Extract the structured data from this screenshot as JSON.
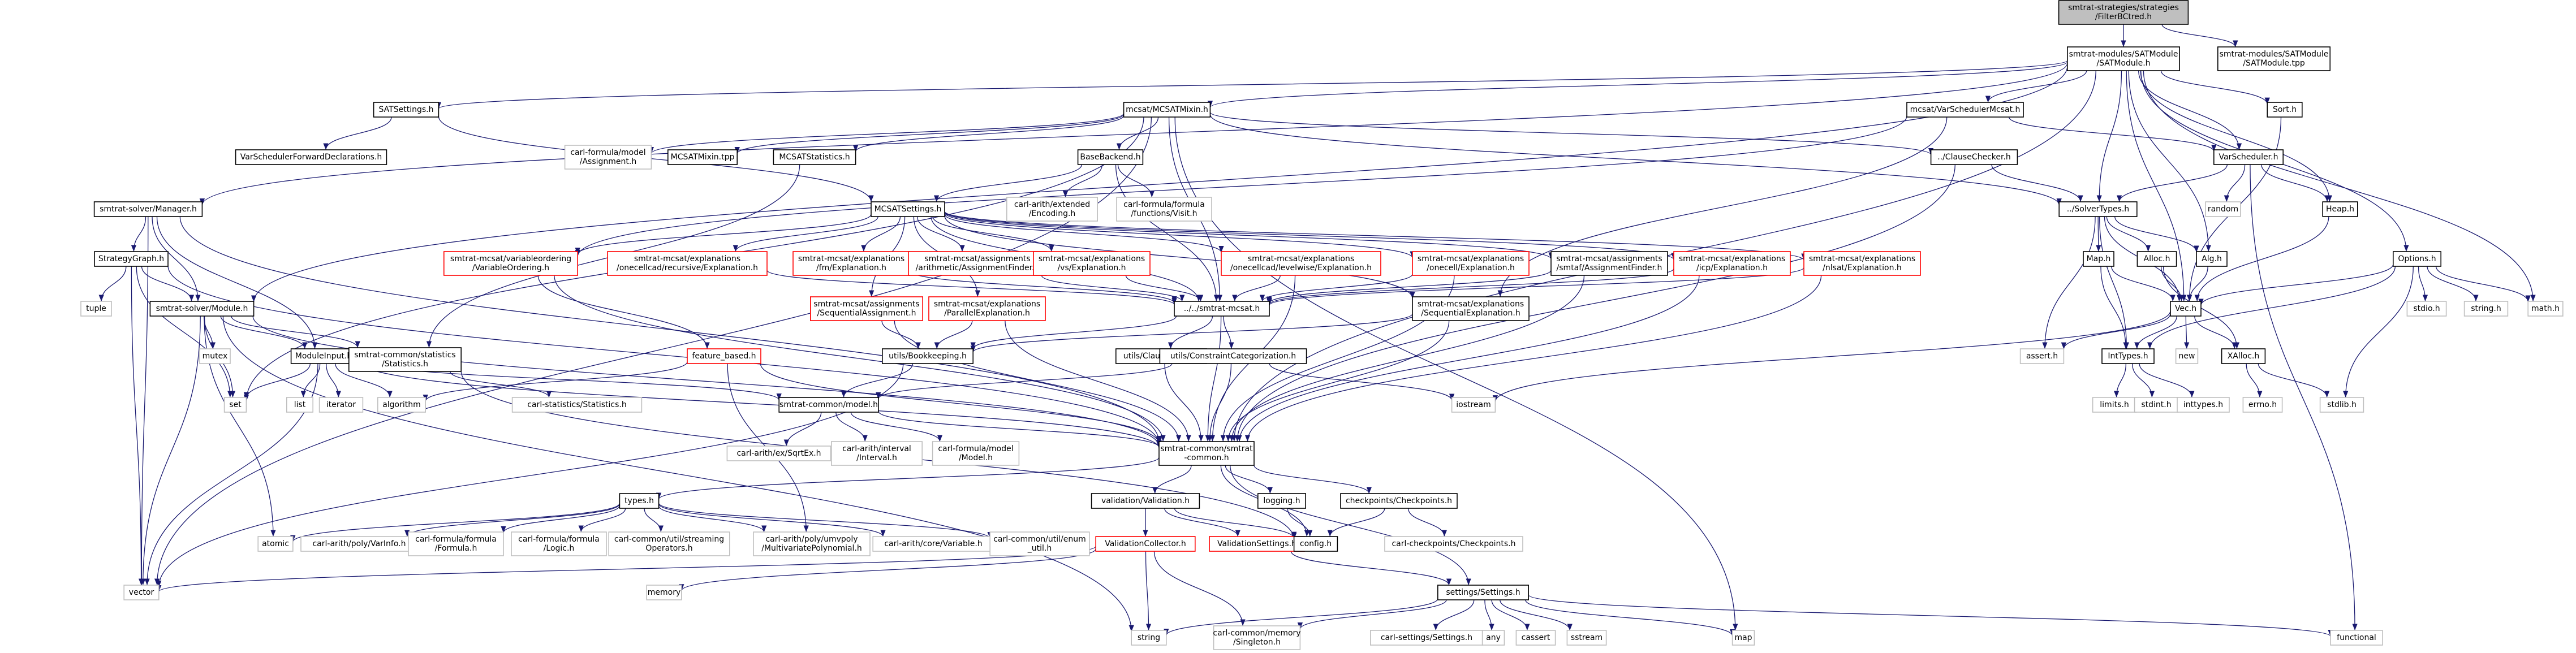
{
  "colors": {
    "edge": "#191970",
    "root_fill": "#bfbfbf",
    "normal_border": "#000000",
    "red_border": "#ff0000",
    "grey_border": "#bfbfbf",
    "text": "#000000"
  },
  "nodes": [
    {
      "id": "root",
      "label": "smtrat-strategies/strategies\n/FilterBCtred.h",
      "style": "root"
    },
    {
      "id": "satmodule_h",
      "label": "smtrat-modules/SATModule\n/SATModule.h",
      "style": "normal"
    },
    {
      "id": "satmodule_tpp",
      "label": "smtrat-modules/SATModule\n/SATModule.tpp",
      "style": "normal"
    },
    {
      "id": "manager",
      "label": "smtrat-solver/Manager.h",
      "style": "normal"
    },
    {
      "id": "satsettings",
      "label": "SATSettings.h",
      "style": "normal"
    },
    {
      "id": "mcsatmixin",
      "label": "mcsat/MCSATMixin.h",
      "style": "normal"
    },
    {
      "id": "vsmcsat",
      "label": "mcsat/VarSchedulerMcsat.h",
      "style": "normal"
    },
    {
      "id": "sort",
      "label": "Sort.h",
      "style": "normal"
    },
    {
      "id": "options",
      "label": "Options.h",
      "style": "normal"
    },
    {
      "id": "vsfwd",
      "label": "VarSchedulerForwardDeclarations.h",
      "style": "normal"
    },
    {
      "id": "cf_assignment",
      "label": "carl-formula/model\n/Assignment.h",
      "style": "grey"
    },
    {
      "id": "mcsatmixin_tpp",
      "label": "MCSATMixin.tpp",
      "style": "normal"
    },
    {
      "id": "mcsatstats",
      "label": "MCSATStatistics.h",
      "style": "normal"
    },
    {
      "id": "basebackend",
      "label": "BaseBackend.h",
      "style": "normal"
    },
    {
      "id": "clausechecker",
      "label": "../ClauseChecker.h",
      "style": "normal"
    },
    {
      "id": "varscheduler",
      "label": "VarScheduler.h",
      "style": "normal"
    },
    {
      "id": "strategygraph",
      "label": "StrategyGraph.h",
      "style": "normal"
    },
    {
      "id": "mcsatsettings",
      "label": "MCSATSettings.h",
      "style": "normal"
    },
    {
      "id": "carith_ext",
      "label": "carl-arith/extended\n/Encoding.h",
      "style": "grey"
    },
    {
      "id": "cform_visit",
      "label": "carl-formula/formula\n/functions/Visit.h",
      "style": "grey"
    },
    {
      "id": "random",
      "label": "random",
      "style": "grey"
    },
    {
      "id": "solvertypes",
      "label": "../SolverTypes.h",
      "style": "normal"
    },
    {
      "id": "heap",
      "label": "Heap.h",
      "style": "normal"
    },
    {
      "id": "tuple",
      "label": "tuple",
      "style": "grey"
    },
    {
      "id": "smtsolvermodule",
      "label": "smtrat-solver/Module.h",
      "style": "normal"
    },
    {
      "id": "mutex",
      "label": "mutex",
      "style": "grey"
    },
    {
      "id": "varordering",
      "label": "smtrat-mcsat/variableordering\n/VariableOrdering.h",
      "style": "red"
    },
    {
      "id": "expl_recursive",
      "label": "smtrat-mcsat/explanations\n/onecellcad/recursive/Explanation.h",
      "style": "red"
    },
    {
      "id": "expl_fm",
      "label": "smtrat-mcsat/explanations\n/fm/Explanation.h",
      "style": "red"
    },
    {
      "id": "assign_arith",
      "label": "smtrat-mcsat/assignments\n/arithmetic/AssignmentFinder.h",
      "style": "red"
    },
    {
      "id": "expl_vs",
      "label": "smtrat-mcsat/explanations\n/vs/Explanation.h",
      "style": "red"
    },
    {
      "id": "expl_levelwise",
      "label": "smtrat-mcsat/explanations\n/onecellcad/levelwise/Explanation.h",
      "style": "red"
    },
    {
      "id": "expl_onecell",
      "label": "smtrat-mcsat/explanations\n/onecell/Explanation.h",
      "style": "red"
    },
    {
      "id": "assign_smtaf",
      "label": "smtrat-mcsat/assignments\n/smtaf/AssignmentFinder.h",
      "style": "normal"
    },
    {
      "id": "expl_icp",
      "label": "smtrat-mcsat/explanations\n/icp/Explanation.h",
      "style": "red"
    },
    {
      "id": "expl_nlsat",
      "label": "smtrat-mcsat/explanations\n/nlsat/Explanation.h",
      "style": "red"
    },
    {
      "id": "map_h",
      "label": "Map.h",
      "style": "normal"
    },
    {
      "id": "alloc",
      "label": "Alloc.h",
      "style": "normal"
    },
    {
      "id": "alg",
      "label": "Alg.h",
      "style": "normal"
    },
    {
      "id": "stdio",
      "label": "stdio.h",
      "style": "grey"
    },
    {
      "id": "string_h",
      "label": "string.h",
      "style": "grey"
    },
    {
      "id": "math_h",
      "label": "math.h",
      "style": "grey"
    },
    {
      "id": "assign_seq",
      "label": "smtrat-mcsat/assignments\n/SequentialAssignment.h",
      "style": "red"
    },
    {
      "id": "expl_parallel",
      "label": "smtrat-mcsat/explanations\n/ParallelExplanation.h",
      "style": "red"
    },
    {
      "id": "smtrat_mcsat",
      "label": "../../smtrat-mcsat.h",
      "style": "normal"
    },
    {
      "id": "expl_seq",
      "label": "smtrat-mcsat/explanations\n/SequentialExplanation.h",
      "style": "normal"
    },
    {
      "id": "vec",
      "label": "Vec.h",
      "style": "normal"
    },
    {
      "id": "xalloc",
      "label": "XAlloc.h",
      "style": "normal"
    },
    {
      "id": "new",
      "label": "new",
      "style": "grey"
    },
    {
      "id": "inttypes_h",
      "label": "IntTypes.h",
      "style": "normal"
    },
    {
      "id": "assert_h",
      "label": "assert.h",
      "style": "grey"
    },
    {
      "id": "moduleinput",
      "label": "ModuleInput.h",
      "style": "normal"
    },
    {
      "id": "stats",
      "label": "smtrat-common/statistics\n/Statistics.h",
      "style": "normal"
    },
    {
      "id": "feature_based",
      "label": "feature_based.h",
      "style": "red"
    },
    {
      "id": "bookkeeping",
      "label": "utils/Bookkeeping.h",
      "style": "normal"
    },
    {
      "id": "clausechain",
      "label": "utils/ClauseChain.h",
      "style": "normal"
    },
    {
      "id": "constraintcat",
      "label": "utils/ConstraintCategorization.h",
      "style": "normal"
    },
    {
      "id": "limits_h",
      "label": "limits.h",
      "style": "grey"
    },
    {
      "id": "stdint_h",
      "label": "stdint.h",
      "style": "grey"
    },
    {
      "id": "inttypes_sys",
      "label": "inttypes.h",
      "style": "grey"
    },
    {
      "id": "errno_h",
      "label": "errno.h",
      "style": "grey"
    },
    {
      "id": "stdlib_h",
      "label": "stdlib.h",
      "style": "grey"
    },
    {
      "id": "set",
      "label": "set",
      "style": "grey"
    },
    {
      "id": "list",
      "label": "list",
      "style": "grey"
    },
    {
      "id": "iterator",
      "label": "iterator",
      "style": "grey"
    },
    {
      "id": "algorithm",
      "label": "algorithm",
      "style": "grey"
    },
    {
      "id": "cstats",
      "label": "carl-statistics/Statistics.h",
      "style": "grey"
    },
    {
      "id": "model_h",
      "label": "smtrat-common/model.h",
      "style": "normal"
    },
    {
      "id": "iostream",
      "label": "iostream",
      "style": "grey"
    },
    {
      "id": "sqrtex",
      "label": "carl-arith/ex/SqrtEx.h",
      "style": "grey"
    },
    {
      "id": "interval",
      "label": "carl-arith/interval\n/Interval.h",
      "style": "grey"
    },
    {
      "id": "model_model",
      "label": "carl-formula/model\n/Model.h",
      "style": "grey"
    },
    {
      "id": "smtrat_common",
      "label": "smtrat-common/smtrat\n-common.h",
      "style": "normal"
    },
    {
      "id": "types_h",
      "label": "types.h",
      "style": "normal"
    },
    {
      "id": "validation_h",
      "label": "validation/Validation.h",
      "style": "normal"
    },
    {
      "id": "logging_h",
      "label": "logging.h",
      "style": "normal"
    },
    {
      "id": "checkpoints_h",
      "label": "checkpoints/Checkpoints.h",
      "style": "normal"
    },
    {
      "id": "atomic",
      "label": "atomic",
      "style": "grey"
    },
    {
      "id": "varinfo",
      "label": "carl-arith/poly/VarInfo.h",
      "style": "grey"
    },
    {
      "id": "cf_formula",
      "label": "carl-formula/formula\n/Formula.h",
      "style": "grey"
    },
    {
      "id": "cf_logic",
      "label": "carl-formula/formula\n/Logic.h",
      "style": "grey"
    },
    {
      "id": "streaming",
      "label": "carl-common/util/streaming\nOperators.h",
      "style": "grey"
    },
    {
      "id": "multipoly",
      "label": "carl-arith/poly/umvpoly\n/MultivariatePolynomial.h",
      "style": "grey"
    },
    {
      "id": "variable_h",
      "label": "carl-arith/core/Variable.h",
      "style": "grey"
    },
    {
      "id": "enum_util",
      "label": "carl-common/util/enum\n_util.h",
      "style": "grey"
    },
    {
      "id": "valcollector",
      "label": "ValidationCollector.h",
      "style": "red"
    },
    {
      "id": "valsettings",
      "label": "ValidationSettings.h",
      "style": "red"
    },
    {
      "id": "config_h",
      "label": "config.h",
      "style": "normal"
    },
    {
      "id": "carl_checkpoints",
      "label": "carl-checkpoints/Checkpoints.h",
      "style": "grey"
    },
    {
      "id": "vector",
      "label": "vector",
      "style": "grey"
    },
    {
      "id": "memory",
      "label": "memory",
      "style": "grey"
    },
    {
      "id": "settings_h",
      "label": "settings/Settings.h",
      "style": "normal"
    },
    {
      "id": "string",
      "label": "string",
      "style": "grey"
    },
    {
      "id": "singleton",
      "label": "carl-common/memory\n/Singleton.h",
      "style": "grey"
    },
    {
      "id": "carl_settings",
      "label": "carl-settings/Settings.h",
      "style": "grey"
    },
    {
      "id": "any",
      "label": "any",
      "style": "grey"
    },
    {
      "id": "cassert",
      "label": "cassert",
      "style": "grey"
    },
    {
      "id": "sstream",
      "label": "sstream",
      "style": "grey"
    },
    {
      "id": "map",
      "label": "map",
      "style": "grey"
    },
    {
      "id": "functional",
      "label": "functional",
      "style": "grey"
    }
  ],
  "edges": [
    [
      "root",
      "satmodule_h"
    ],
    [
      "root",
      "satmodule_tpp"
    ],
    [
      "satmodule_h",
      "manager"
    ],
    [
      "satmodule_h",
      "satsettings"
    ],
    [
      "satmodule_h",
      "mcsatmixin"
    ],
    [
      "satmodule_h",
      "vsmcsat"
    ],
    [
      "satmodule_h",
      "sort"
    ],
    [
      "satmodule_h",
      "options"
    ],
    [
      "satmodule_h",
      "heap"
    ],
    [
      "satmodule_h",
      "solvertypes"
    ],
    [
      "satmodule_h",
      "varscheduler"
    ],
    [
      "satmodule_h",
      "smtrat_common"
    ],
    [
      "satmodule_h",
      "vec"
    ],
    [
      "satmodule_h",
      "alg"
    ],
    [
      "satmodule_h",
      "math_h"
    ],
    [
      "satmodule_h",
      "smtsolvermodule"
    ],
    [
      "satsettings",
      "vsfwd"
    ],
    [
      "satsettings",
      "mcsatsettings"
    ],
    [
      "mcsatmixin",
      "cf_assignment"
    ],
    [
      "mcsatmixin",
      "mcsatmixin_tpp"
    ],
    [
      "mcsatmixin",
      "mcsatstats"
    ],
    [
      "mcsatmixin",
      "basebackend"
    ],
    [
      "mcsatmixin",
      "clausechecker"
    ],
    [
      "mcsatmixin",
      "solvertypes"
    ],
    [
      "mcsatmixin",
      "smtrat_mcsat"
    ],
    [
      "mcsatmixin",
      "map"
    ],
    [
      "mcsatmixin",
      "vector"
    ],
    [
      "mcsatmixin",
      "set"
    ],
    [
      "mcsatstats",
      "stats"
    ],
    [
      "vsmcsat",
      "varscheduler"
    ],
    [
      "vsmcsat",
      "expl_seq"
    ],
    [
      "vsmcsat",
      "varordering"
    ],
    [
      "sort",
      "vec"
    ],
    [
      "options",
      "vec"
    ],
    [
      "options",
      "stdio"
    ],
    [
      "options",
      "string_h"
    ],
    [
      "options",
      "math_h"
    ],
    [
      "options",
      "stdlib_h"
    ],
    [
      "options",
      "inttypes_h"
    ],
    [
      "basebackend",
      "mcsatsettings"
    ],
    [
      "basebackend",
      "carith_ext"
    ],
    [
      "basebackend",
      "cform_visit"
    ],
    [
      "basebackend",
      "smtrat_mcsat"
    ],
    [
      "clausechecker",
      "solvertypes"
    ],
    [
      "clausechecker",
      "smtrat_common"
    ],
    [
      "varscheduler",
      "solvertypes"
    ],
    [
      "varscheduler",
      "random"
    ],
    [
      "varscheduler",
      "heap"
    ],
    [
      "varscheduler",
      "functional"
    ],
    [
      "manager",
      "strategygraph"
    ],
    [
      "manager",
      "smtsolvermodule"
    ],
    [
      "manager",
      "vector"
    ],
    [
      "manager",
      "moduleinput"
    ],
    [
      "manager",
      "smtrat_common"
    ],
    [
      "strategygraph",
      "smtsolvermodule"
    ],
    [
      "strategygraph",
      "tuple"
    ],
    [
      "strategygraph",
      "set"
    ],
    [
      "strategygraph",
      "vector"
    ],
    [
      "strategygraph",
      "smtrat_common"
    ],
    [
      "mcsatsettings",
      "varordering"
    ],
    [
      "mcsatsettings",
      "expl_recursive"
    ],
    [
      "mcsatsettings",
      "expl_fm"
    ],
    [
      "mcsatsettings",
      "assign_arith"
    ],
    [
      "mcsatsettings",
      "expl_vs"
    ],
    [
      "mcsatsettings",
      "expl_levelwise"
    ],
    [
      "mcsatsettings",
      "expl_onecell"
    ],
    [
      "mcsatsettings",
      "assign_smtaf"
    ],
    [
      "mcsatsettings",
      "expl_icp"
    ],
    [
      "mcsatsettings",
      "expl_nlsat"
    ],
    [
      "mcsatsettings",
      "assign_seq"
    ],
    [
      "mcsatsettings",
      "expl_parallel"
    ],
    [
      "mcsatsettings",
      "expl_seq"
    ],
    [
      "mcsatsettings",
      "smtrat_mcsat"
    ],
    [
      "solvertypes",
      "map_h"
    ],
    [
      "solvertypes",
      "alloc"
    ],
    [
      "solvertypes",
      "alg"
    ],
    [
      "solvertypes",
      "vec"
    ],
    [
      "solvertypes",
      "assert_h"
    ],
    [
      "solvertypes",
      "inttypes_h"
    ],
    [
      "heap",
      "vec"
    ],
    [
      "map_h",
      "vec"
    ],
    [
      "map_h",
      "inttypes_h"
    ],
    [
      "alloc",
      "vec"
    ],
    [
      "alloc",
      "xalloc"
    ],
    [
      "alg",
      "vec"
    ],
    [
      "vec",
      "xalloc"
    ],
    [
      "vec",
      "new"
    ],
    [
      "vec",
      "inttypes_h"
    ],
    [
      "vec",
      "assert_h"
    ],
    [
      "vec",
      "iostream"
    ],
    [
      "xalloc",
      "errno_h"
    ],
    [
      "xalloc",
      "stdlib_h"
    ],
    [
      "inttypes_h",
      "limits_h"
    ],
    [
      "inttypes_h",
      "stdint_h"
    ],
    [
      "inttypes_h",
      "inttypes_sys"
    ],
    [
      "smtsolvermodule",
      "mutex"
    ],
    [
      "smtsolvermodule",
      "moduleinput"
    ],
    [
      "smtsolvermodule",
      "stats"
    ],
    [
      "smtsolvermodule",
      "set"
    ],
    [
      "smtsolvermodule",
      "atomic"
    ],
    [
      "smtsolvermodule",
      "vector"
    ],
    [
      "smtsolvermodule",
      "string"
    ],
    [
      "smtsolvermodule",
      "smtrat_common"
    ],
    [
      "varordering",
      "feature_based"
    ],
    [
      "varordering",
      "smtrat_common"
    ],
    [
      "expl_recursive",
      "smtrat_mcsat"
    ],
    [
      "expl_fm",
      "smtrat_mcsat"
    ],
    [
      "assign_arith",
      "smtrat_mcsat"
    ],
    [
      "expl_vs",
      "smtrat_mcsat"
    ],
    [
      "expl_levelwise",
      "smtrat_mcsat"
    ],
    [
      "expl_levelwise",
      "smtrat_common"
    ],
    [
      "expl_onecell",
      "smtrat_mcsat"
    ],
    [
      "expl_onecell",
      "smtrat_common"
    ],
    [
      "assign_smtaf",
      "smtrat_mcsat"
    ],
    [
      "assign_smtaf",
      "smtrat_common"
    ],
    [
      "expl_icp",
      "smtrat_mcsat"
    ],
    [
      "expl_icp",
      "smtrat_common"
    ],
    [
      "expl_nlsat",
      "smtrat_mcsat"
    ],
    [
      "expl_nlsat",
      "smtrat_common"
    ],
    [
      "assign_seq",
      "bookkeeping"
    ],
    [
      "assign_seq",
      "smtrat_common"
    ],
    [
      "expl_parallel",
      "bookkeeping"
    ],
    [
      "expl_parallel",
      "smtrat_common"
    ],
    [
      "expl_seq",
      "bookkeeping"
    ],
    [
      "expl_seq",
      "smtrat_common"
    ],
    [
      "smtrat_mcsat",
      "bookkeeping"
    ],
    [
      "smtrat_mcsat",
      "clausechain"
    ],
    [
      "smtrat_mcsat",
      "constraintcat"
    ],
    [
      "smtrat_mcsat",
      "smtrat_common"
    ],
    [
      "feature_based",
      "algorithm"
    ],
    [
      "feature_based",
      "smtrat_common"
    ],
    [
      "feature_based",
      "multipoly"
    ],
    [
      "bookkeeping",
      "model_h"
    ],
    [
      "bookkeeping",
      "vector"
    ],
    [
      "clausechain",
      "smtrat_common"
    ],
    [
      "constraintcat",
      "model_h"
    ],
    [
      "constraintcat",
      "smtrat_common"
    ],
    [
      "constraintcat",
      "iostream"
    ],
    [
      "moduleinput",
      "set"
    ],
    [
      "moduleinput",
      "list"
    ],
    [
      "moduleinput",
      "iterator"
    ],
    [
      "moduleinput",
      "algorithm"
    ],
    [
      "moduleinput",
      "vector"
    ],
    [
      "moduleinput",
      "model_h"
    ],
    [
      "moduleinput",
      "smtrat_common"
    ],
    [
      "stats",
      "cstats"
    ],
    [
      "stats",
      "config_h"
    ],
    [
      "model_h",
      "sqrtex"
    ],
    [
      "model_h",
      "interval"
    ],
    [
      "model_h",
      "model_model"
    ],
    [
      "model_h",
      "smtrat_common"
    ],
    [
      "smtrat_common",
      "types_h"
    ],
    [
      "smtrat_common",
      "validation_h"
    ],
    [
      "smtrat_common",
      "logging_h"
    ],
    [
      "smtrat_common",
      "checkpoints_h"
    ],
    [
      "smtrat_common",
      "settings_h"
    ],
    [
      "smtrat_common",
      "config_h"
    ],
    [
      "types_h",
      "atomic"
    ],
    [
      "types_h",
      "varinfo"
    ],
    [
      "types_h",
      "cf_formula"
    ],
    [
      "types_h",
      "cf_logic"
    ],
    [
      "types_h",
      "streaming"
    ],
    [
      "types_h",
      "multipoly"
    ],
    [
      "types_h",
      "variable_h"
    ],
    [
      "types_h",
      "enum_util"
    ],
    [
      "validation_h",
      "valcollector"
    ],
    [
      "validation_h",
      "valsettings"
    ],
    [
      "validation_h",
      "config_h"
    ],
    [
      "logging_h",
      "config_h"
    ],
    [
      "checkpoints_h",
      "carl_checkpoints"
    ],
    [
      "checkpoints_h",
      "config_h"
    ],
    [
      "valcollector",
      "vector"
    ],
    [
      "valcollector",
      "memory"
    ],
    [
      "valcollector",
      "string"
    ],
    [
      "valcollector",
      "singleton"
    ],
    [
      "valsettings",
      "settings_h"
    ],
    [
      "settings_h",
      "string"
    ],
    [
      "settings_h",
      "singleton"
    ],
    [
      "settings_h",
      "carl_settings"
    ],
    [
      "settings_h",
      "any"
    ],
    [
      "settings_h",
      "cassert"
    ],
    [
      "settings_h",
      "sstream"
    ],
    [
      "settings_h",
      "map"
    ],
    [
      "settings_h",
      "functional"
    ]
  ]
}
